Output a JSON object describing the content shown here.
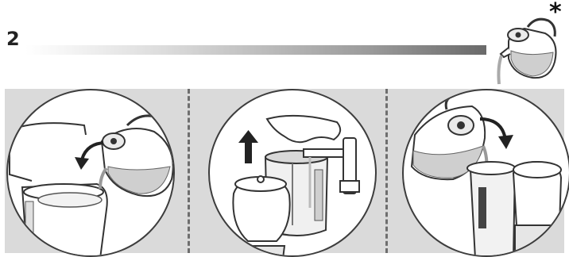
{
  "header": {
    "step_number": "2",
    "asterisk": "*"
  },
  "icons": {
    "header_icon": "kettle-pouring-icon",
    "panel_1": "pour-water-into-reservoir-illustration",
    "panel_2": "lift-filter-lid-up-arrow-illustration",
    "panel_3": "pour-water-into-tank-illustration"
  },
  "colors": {
    "panel_background": "#dadada",
    "divider": "#6e6e6e",
    "outline": "#3d3d3d",
    "water": "#cfcfcf"
  }
}
